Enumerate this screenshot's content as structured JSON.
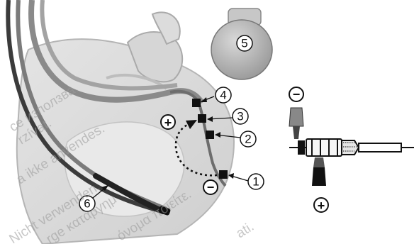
{
  "callouts": {
    "c1": "1",
    "c2": "2",
    "c3": "3",
    "c4": "4",
    "c5": "5",
    "c6": "6"
  },
  "polarity": {
    "plus": "+",
    "minus": "−"
  },
  "watermark": {
    "w1": "ce използва.",
    "w2": "Nicht verwenden.",
    "w3": "a ikke anvendes.",
    "w4": "rzívat.",
    "w5": "rge καταργημ",
    "w6": "όνομα ποιείτε.",
    "w7": "ati."
  }
}
